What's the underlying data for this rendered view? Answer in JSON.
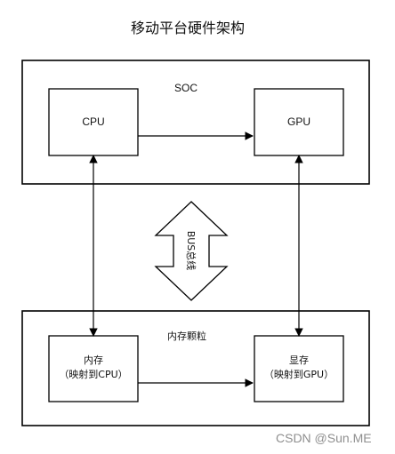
{
  "title": "移动平台硬件架构",
  "soc": {
    "label": "SOC",
    "cpu_label": "CPU",
    "gpu_label": "GPU"
  },
  "bus": {
    "label": "BUS总线"
  },
  "memory": {
    "label": "内存颗粒",
    "main_memory": {
      "line1": "内存",
      "line2": "（映射到CPU）"
    },
    "video_memory": {
      "line1": "显存",
      "line2": "（映射到GPU）"
    }
  },
  "watermark": "CSDN @Sun.ME"
}
